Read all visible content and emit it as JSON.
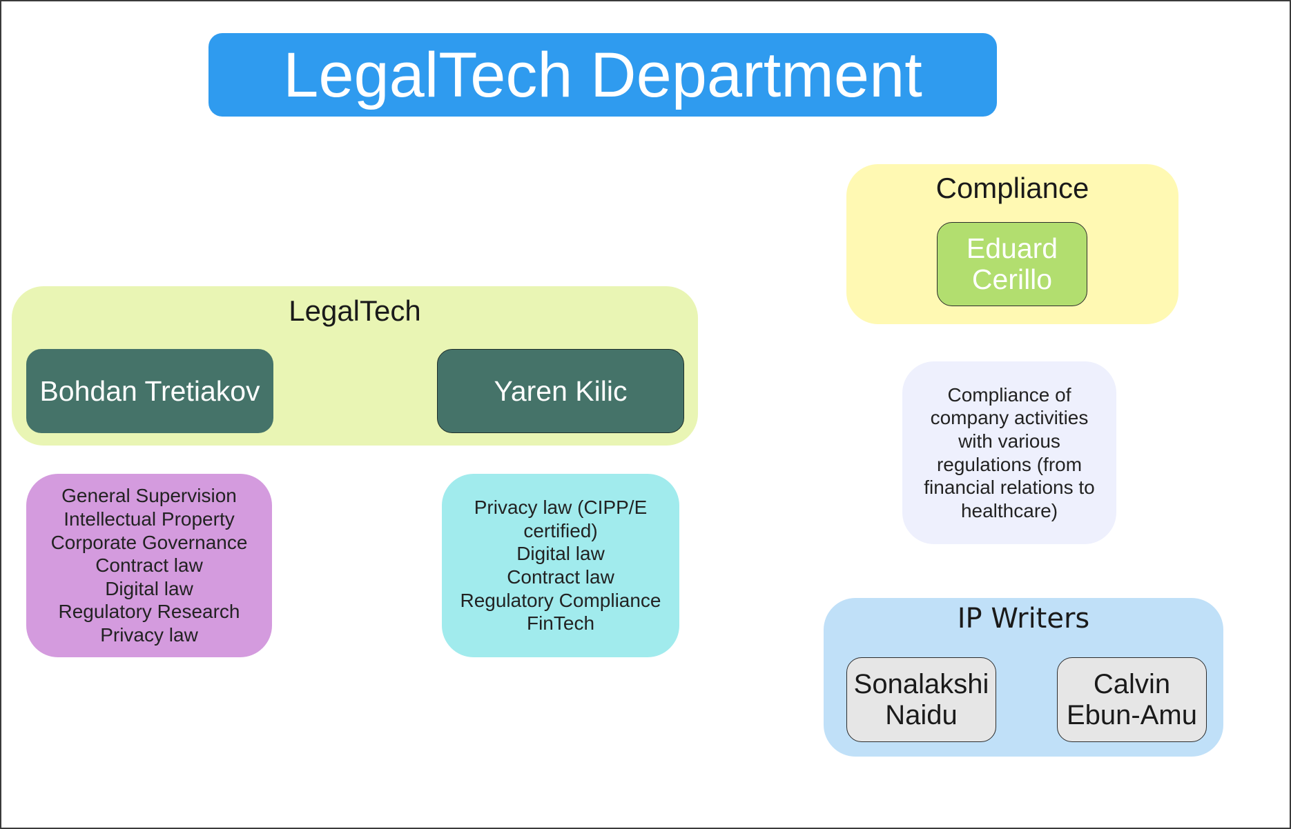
{
  "title": "LegalTech Department",
  "colors": {
    "title_bg": "#2f9bef",
    "legaltech_group_bg": "#e9f5b4",
    "legaltech_member_bg": "#457369",
    "bohdan_skills_bg": "#d49bde",
    "yaren_skills_bg": "#a1ebed",
    "compliance_group_bg": "#fff9b3",
    "compliance_member_bg": "#b2de6f",
    "compliance_desc_bg": "#eef0fd",
    "ip_group_bg": "#c0e0f8",
    "ip_member_bg": "#e6e6e6"
  },
  "groups": {
    "legaltech": {
      "label": "LegalTech",
      "members": [
        {
          "name": "Bohdan Tretiakov",
          "skills": [
            "General Supervision",
            "Intellectual Property",
            "Corporate Governance",
            "Contract law",
            "Digital law",
            "Regulatory Research",
            "Privacy law"
          ]
        },
        {
          "name": "Yaren Kilic",
          "skills": [
            "Privacy law (CIPP/E certified)",
            "Digital law",
            "Contract law",
            "Regulatory Compliance",
            "FinTech"
          ]
        }
      ]
    },
    "compliance": {
      "label": "Compliance",
      "members": [
        {
          "name_line1": "Eduard",
          "name_line2": "Cerillo"
        }
      ],
      "description": "Compliance of company activities with various regulations (from financial relations to healthcare)"
    },
    "ip_writers": {
      "label": "IP Writers",
      "members": [
        {
          "name_line1": "Sonalakshi",
          "name_line2": "Naidu"
        },
        {
          "name_line1": "Calvin",
          "name_line2": "Ebun-Amu"
        }
      ]
    }
  }
}
